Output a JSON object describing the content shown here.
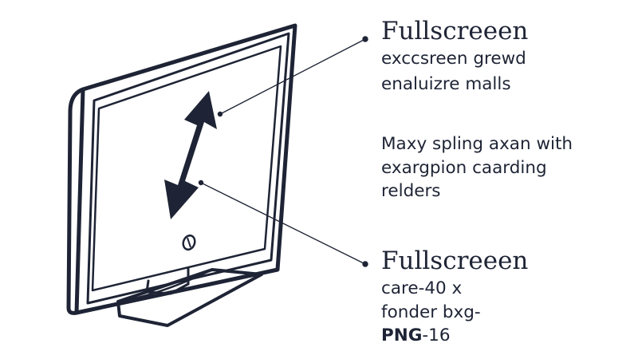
{
  "callouts": [
    {
      "title": "Fullscreeen",
      "lines": [
        "exccsreen grewd",
        "enaluizre malls"
      ]
    },
    {
      "lines": [
        "Maxy spling axan with",
        "exargpion caarding",
        "relders"
      ]
    },
    {
      "title": "Fullscreeen",
      "lines": [
        "care-40 x",
        "fonder bxg-"
      ],
      "last_line": {
        "lead": "PNG",
        "rest": "-16"
      }
    }
  ],
  "icons": {
    "monitor": "monitor-icon",
    "resize_arrow": "diagonal-resize-arrow-icon",
    "power_button": "power-button-icon"
  },
  "colors": {
    "ink": "#1e2435",
    "background": "#ffffff"
  }
}
